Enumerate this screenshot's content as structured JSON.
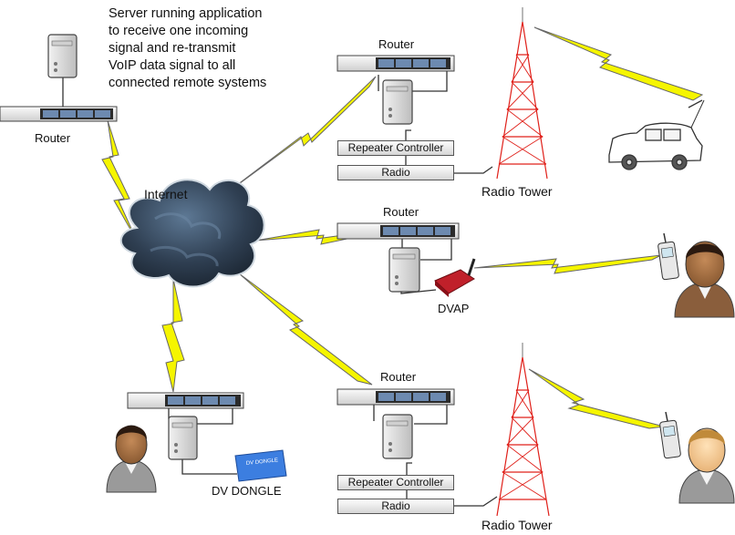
{
  "server_note": [
    "Server running application",
    "to receive one incoming",
    "signal and re-transmit",
    "VoIP data signal to all",
    "connected remote systems"
  ],
  "labels": {
    "router": "Router",
    "internet": "Internet",
    "repeater_controller": "Repeater Controller",
    "radio": "Radio",
    "radio_tower": "Radio Tower",
    "dvap": "DVAP",
    "dv_dongle": "DV DONGLE",
    "dongle_text": "DV DONGLE"
  },
  "colors": {
    "bolt": "#f5f500",
    "tower": "#e0201a",
    "cloud": "#2e3c4c",
    "dvap": "#c0202a",
    "dongle": "#3c7ee0"
  }
}
